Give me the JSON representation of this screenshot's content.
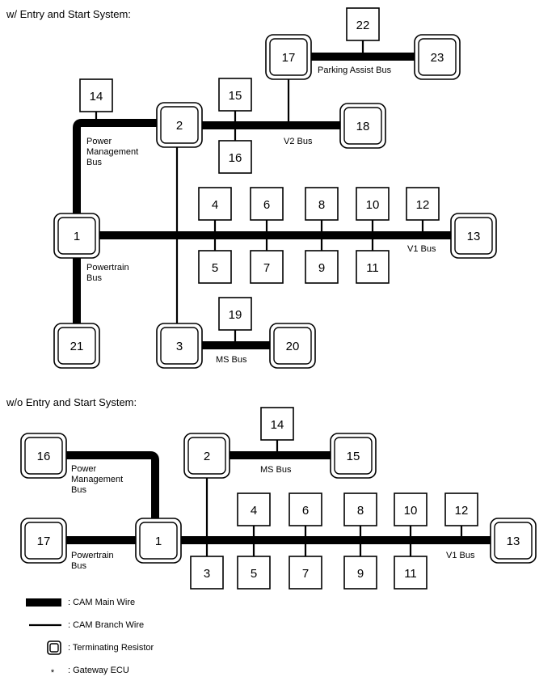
{
  "top": {
    "header": "w/ Entry and Start System:",
    "nodes": {
      "n1": "1",
      "n2": "2",
      "n3": "3",
      "n4": "4",
      "n5": "5",
      "n6": "6",
      "n7": "7",
      "n8": "8",
      "n9": "9",
      "n10": "10",
      "n11": "11",
      "n12": "12",
      "n13": "13",
      "n14": "14",
      "n15": "15",
      "n16": "16",
      "n17": "17",
      "n18": "18",
      "n19": "19",
      "n20": "20",
      "n21": "21",
      "n22": "22",
      "n23": "23"
    },
    "buses": {
      "parking_assist": "Parking Assist Bus",
      "v2": "V2 Bus",
      "power_mgmt_1": "Power",
      "power_mgmt_2": "Management",
      "power_mgmt_3": "Bus",
      "v1": "V1 Bus",
      "powertrain_1": "Powertrain",
      "powertrain_2": "Bus",
      "ms": "MS Bus"
    }
  },
  "bottom": {
    "header": "w/o Entry and Start System:",
    "nodes": {
      "n1": "1",
      "n2": "2",
      "n3": "3",
      "n4": "4",
      "n5": "5",
      "n6": "6",
      "n7": "7",
      "n8": "8",
      "n9": "9",
      "n10": "10",
      "n11": "11",
      "n12": "12",
      "n13": "13",
      "n14": "14",
      "n15": "15",
      "n16": "16",
      "n17": "17"
    },
    "buses": {
      "power_mgmt_1": "Power",
      "power_mgmt_2": "Management",
      "power_mgmt_3": "Bus",
      "ms": "MS Bus",
      "powertrain_1": "Powertrain",
      "powertrain_2": "Bus",
      "v1": "V1 Bus"
    }
  },
  "legend": {
    "main_wire": ": CAM Main Wire",
    "branch_wire": ": CAM Branch Wire",
    "terminating_resistor": ": Terminating Resistor",
    "gateway_symbol": "*",
    "gateway_ecu": ": Gateway ECU"
  }
}
